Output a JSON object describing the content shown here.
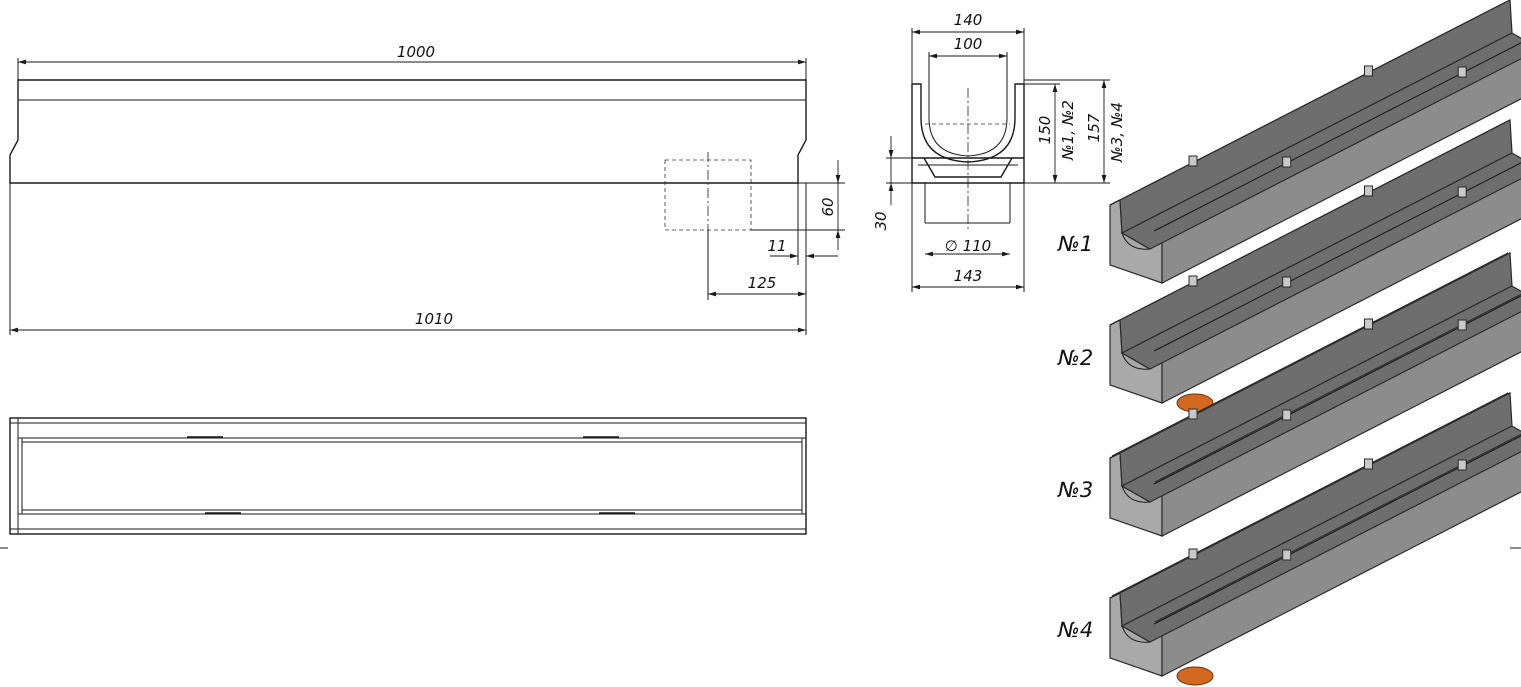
{
  "side_view": {
    "dims": {
      "top_length": "1000",
      "total_length": "1010",
      "outlet_offset": "125",
      "lip": "11",
      "outlet_height": "60"
    }
  },
  "cross_section": {
    "dims": {
      "outer_top_width": "140",
      "inner_width": "100",
      "bottom_width": "143",
      "outlet_diameter": "∅ 110",
      "height_a": "150",
      "height_a_variants": "№1, №2",
      "height_b": "157",
      "height_b_variants": "№3, №4",
      "base_height": "30"
    }
  },
  "variants": [
    {
      "label": "№1",
      "has_outlet": false,
      "edge": "tall"
    },
    {
      "label": "№2",
      "has_outlet": true,
      "edge": "tall"
    },
    {
      "label": "№3",
      "has_outlet": false,
      "edge": "steel"
    },
    {
      "label": "№4",
      "has_outlet": true,
      "edge": "steel"
    }
  ],
  "colors": {
    "concrete": "#8c8c8c",
    "edge_steel": "#3a3a3a",
    "outlet": "#d2691e"
  }
}
